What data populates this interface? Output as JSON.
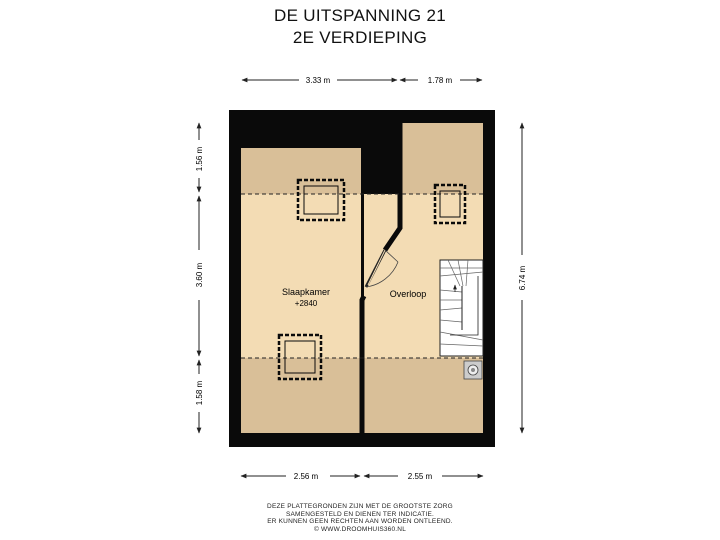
{
  "title": {
    "line1": "DE UITSPANNING 21",
    "line2": "2E VERDIEPING"
  },
  "dimensions": {
    "top_left": "3.33 m",
    "top_right": "1.78 m",
    "bottom_left": "2.56 m",
    "bottom_right": "2.55 m",
    "left_top": "1.56 m",
    "left_middle": "3.60 m",
    "left_bottom": "1.58 m",
    "right_total": "6.74 m"
  },
  "rooms": {
    "bedroom_name": "Slaapkamer",
    "bedroom_height": "+2840",
    "landing_name": "Overloop"
  },
  "disclaimer": {
    "line1": "DEZE PLATTEGRONDEN ZIJN MET DE GROOTSTE ZORG",
    "line2": "SAMENGESTELD EN DIENEN TER INDICATIE.",
    "line3": "ER KUNNEN GEEN RECHTEN AAN WORDEN ONTLEEND.",
    "line4": "© WWW.DROOMHUIS360.NL"
  },
  "colors": {
    "wall": "#0a0a0a",
    "floor_full_height": "#f3dcb4",
    "floor_low_ceiling": "#d9bf98",
    "dimension_line": "#222222"
  },
  "icons": [
    "skylight-icon",
    "stairs-icon",
    "door-swing-icon",
    "boiler-icon"
  ]
}
